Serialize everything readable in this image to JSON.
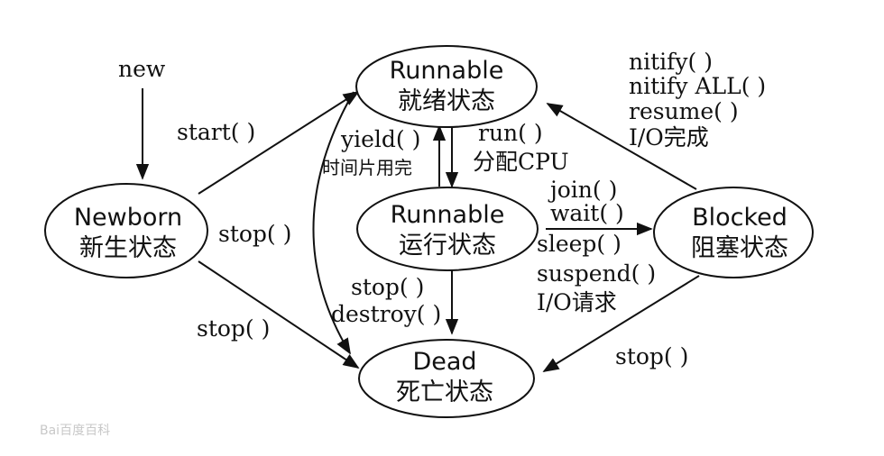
{
  "states": {
    "runnable_ready": {
      "name": "Runnable",
      "cn": "就绪状态"
    },
    "newborn": {
      "name": "Newborn",
      "cn": "新生状态"
    },
    "running": {
      "name": "Runnable",
      "cn": "运行状态"
    },
    "blocked": {
      "name": "Blocked",
      "cn": "阻塞状态"
    },
    "dead": {
      "name": "Dead",
      "cn": "死亡状态"
    }
  },
  "labels": {
    "new": "new",
    "start": "start( )",
    "stop_newborn_mid": "stop( )",
    "stop_newborn_low": "stop( )",
    "yield": "yield( )",
    "time_slice_done": "时间片用完",
    "run": "run( )",
    "assign_cpu": "分配CPU",
    "notify": "nitify( )",
    "notify_all": "nitify ALL( )",
    "resume": "resume( )",
    "io_done": "I/O完成",
    "join": "join( )",
    "wait": "wait( )",
    "sleep": "sleep( )",
    "suspend": "suspend( )",
    "io_request": "I/O请求",
    "stop_running": "stop( )",
    "destroy": "destroy( )",
    "stop_blocked": "stop( )"
  },
  "watermark": "Bai百度百科"
}
